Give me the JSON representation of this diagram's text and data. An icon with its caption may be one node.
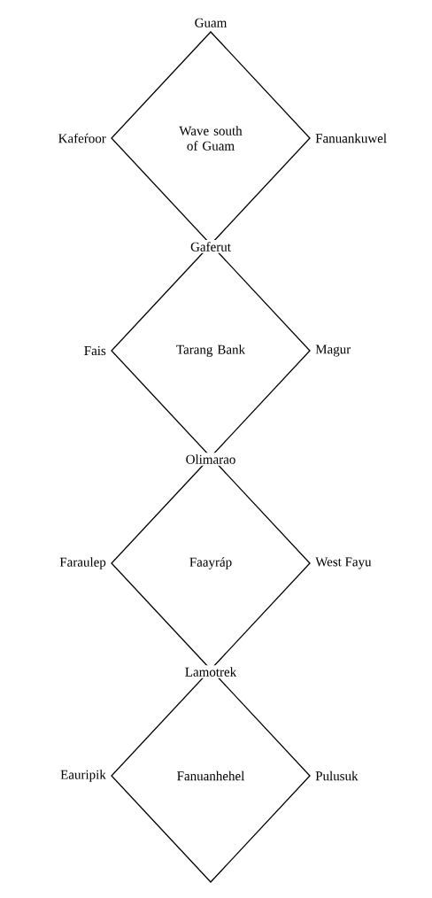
{
  "diagram": {
    "nodes": [
      {
        "text": [
          "Wave south of Guam"
        ]
      },
      {
        "text": [
          "Tarang Bank"
        ]
      },
      {
        "text": [
          "Faayráp"
        ]
      },
      {
        "text": [
          "Fanuanhehel"
        ]
      }
    ],
    "labels": [
      "Guam",
      "Kafeŕoor",
      "Fanuankuwel",
      "Gaferut",
      "Fais",
      "Magur",
      "Olimarao",
      "Faraulep",
      "West Fayu",
      "Lamotrek",
      "Eauripik",
      "Pulusuk"
    ]
  }
}
